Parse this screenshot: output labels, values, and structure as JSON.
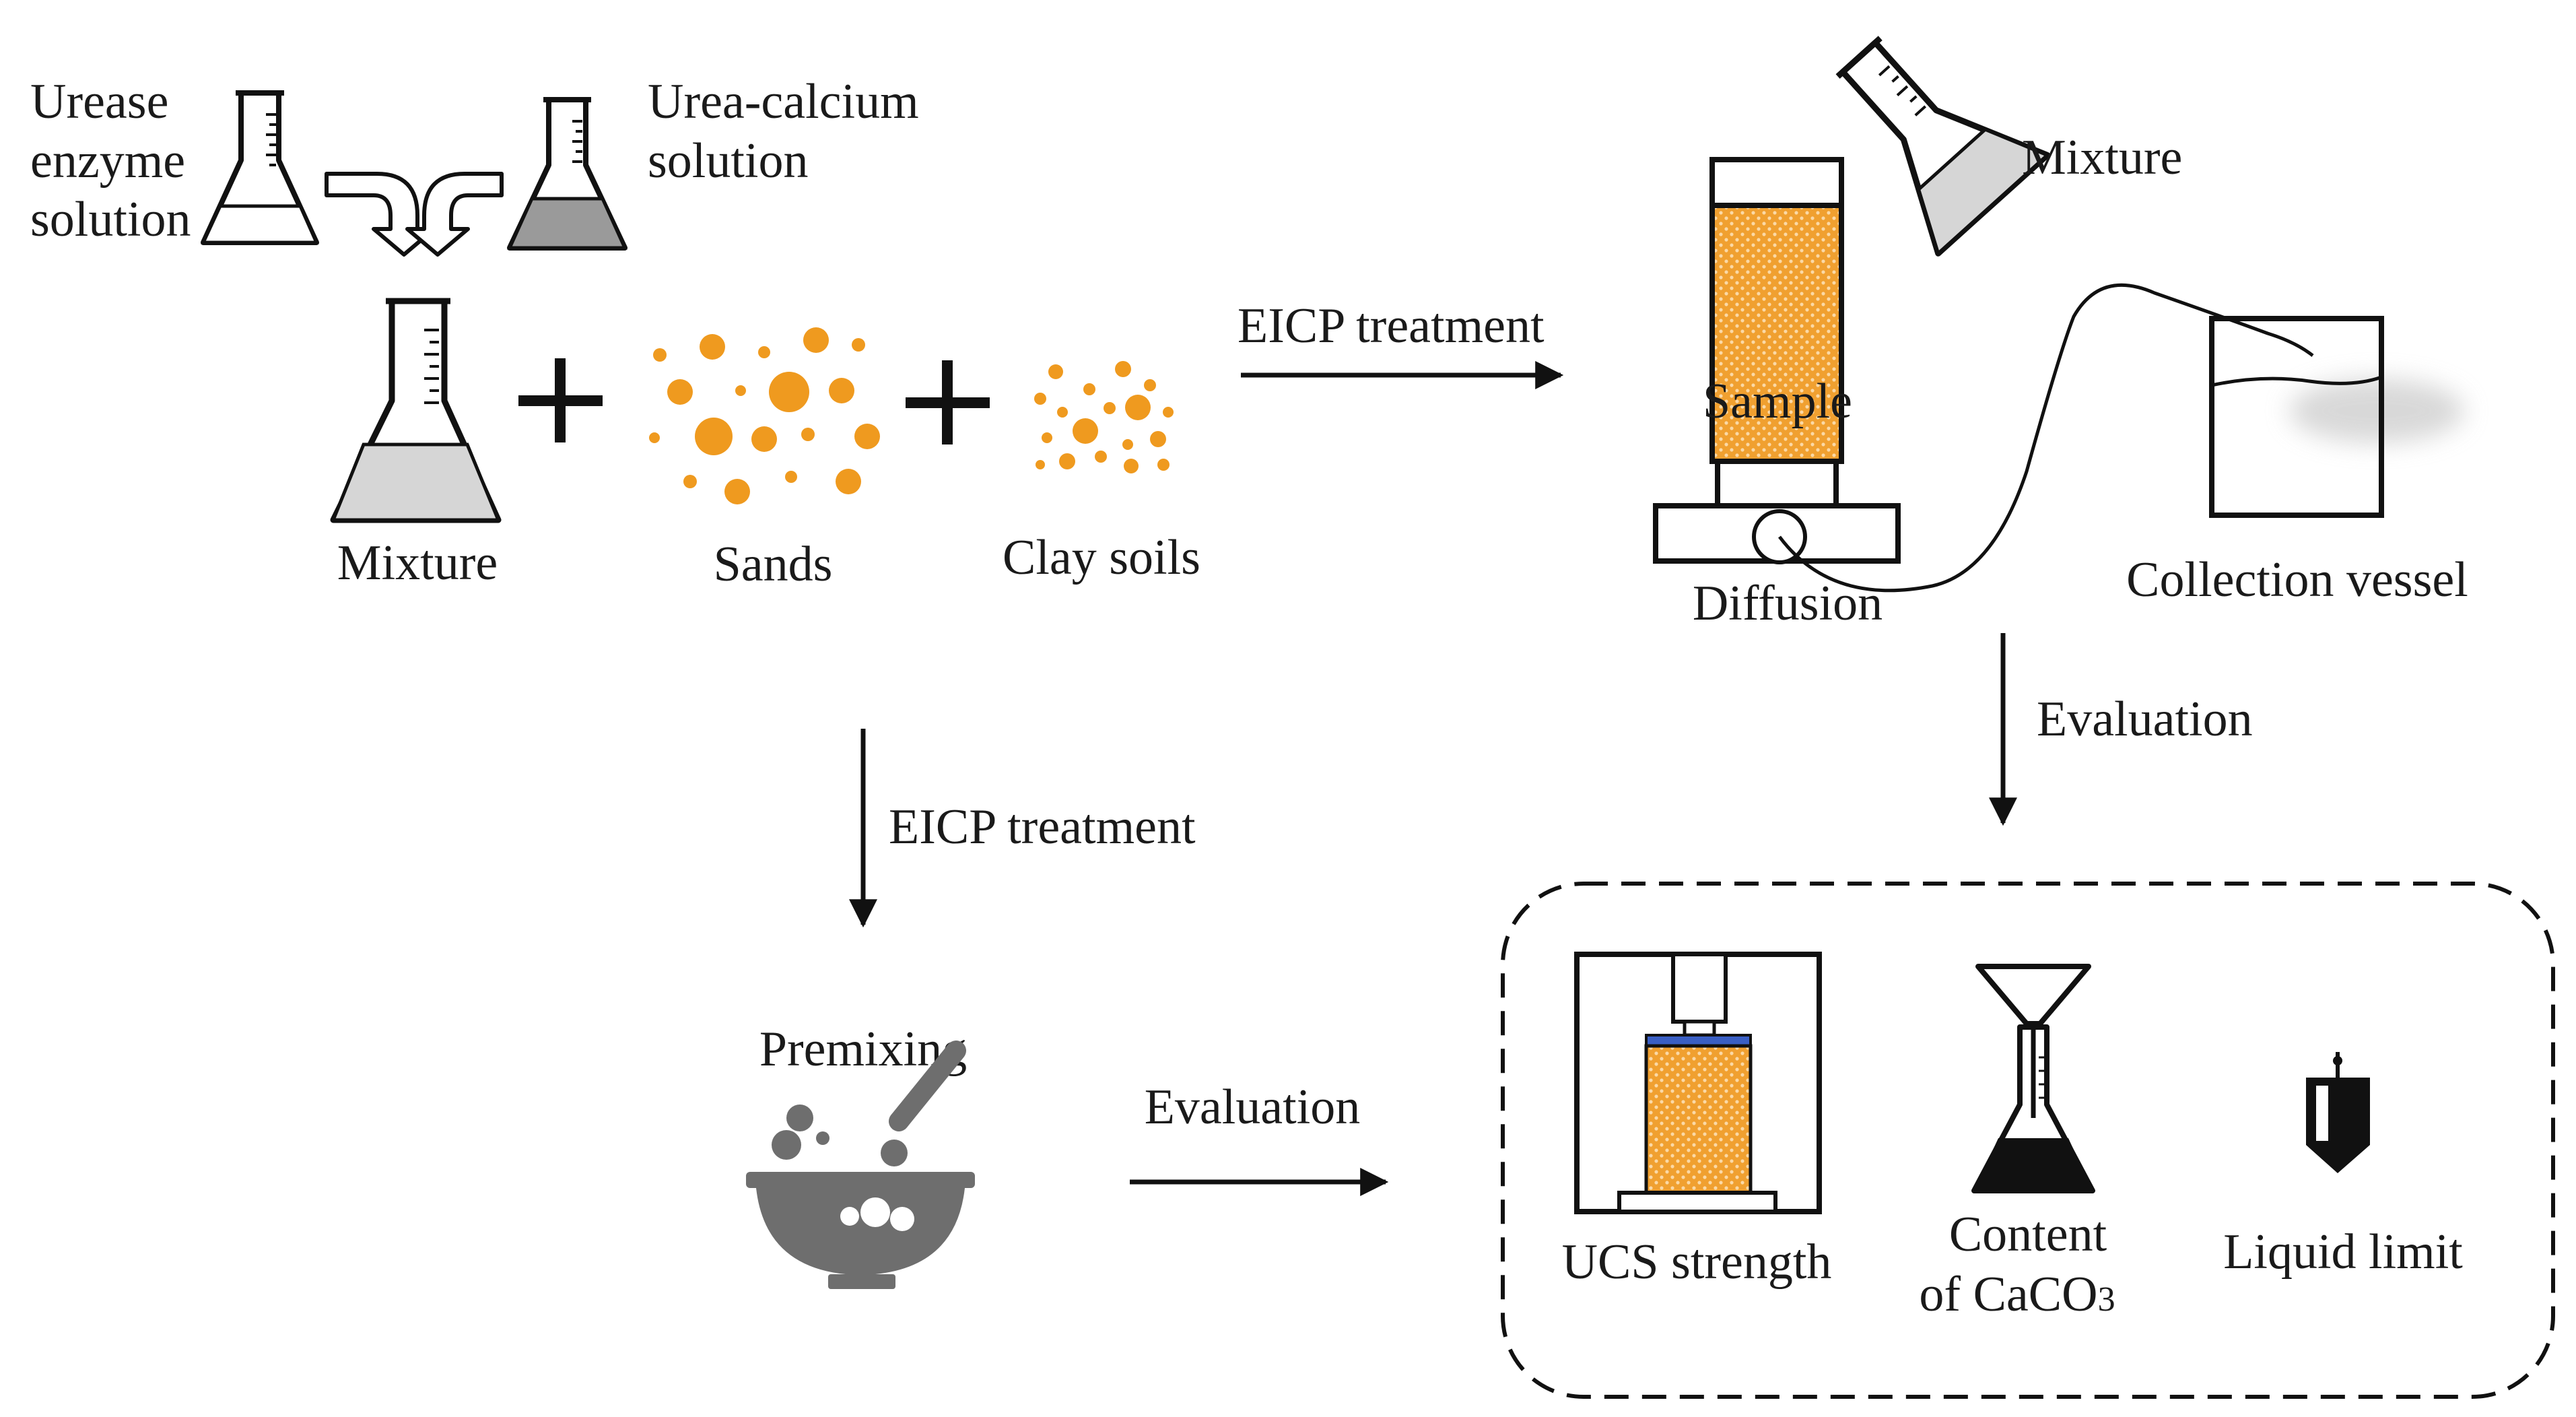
{
  "labels": {
    "urease_line1": "Urease",
    "urease_line2": "enzyme",
    "urease_line3": "solution",
    "urea_line1": "Urea-calcium",
    "urea_line2": "solution",
    "mixture": "Mixture",
    "sands": "Sands",
    "clay_soils": "Clay soils",
    "eicp_treatment_top": "EICP treatment",
    "mixture_pour": "Mixture",
    "sample": "Sample",
    "diffusion": "Diffusion",
    "collection_vessel": "Collection vessel",
    "evaluation_right": "Evaluation",
    "eicp_treatment_left": "EICP treatment",
    "premixing": "Premixing",
    "evaluation_bottom": "Evaluation",
    "ucs_strength": "UCS strength",
    "content_line1": "Content",
    "content_line2": "of CaCO",
    "content_subscript": "3",
    "liquid_limit": "Liquid limit"
  },
  "colors": {
    "orange": "#f0a030",
    "orange_dot": "#ef9a1f",
    "gray_fill": "#d6d6d6",
    "dark_gray_fill": "#9a9a9a",
    "bowl_gray": "#6e6e6e",
    "blue_plate": "#3a5fc4",
    "black": "#111111"
  },
  "icons": {
    "flask": "erlenmeyer-flask-icon",
    "pour_arrows": "curved-arrows-icon",
    "plus": "plus-icon",
    "bowl": "mixing-bowl-icon",
    "press": "compression-press-icon",
    "funnel_flask": "funnel-flask-icon",
    "cone": "cone-penetrometer-icon"
  }
}
